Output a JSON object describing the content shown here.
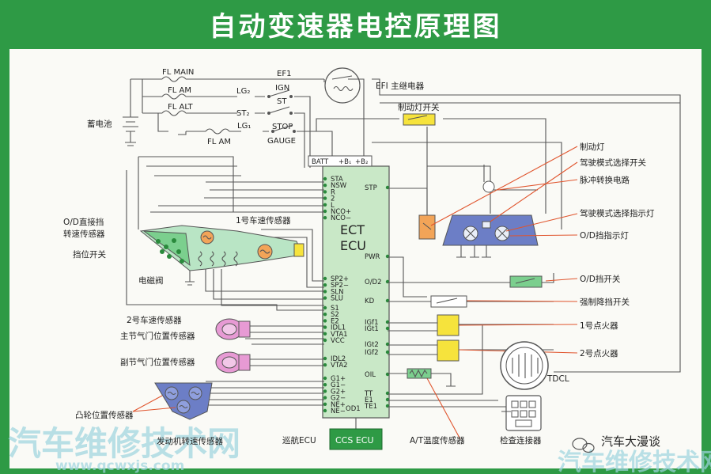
{
  "title": "自动变速器电控原理图",
  "ecu": {
    "name_line1": "ECT",
    "name_line2": "ECU",
    "top_pins": [
      "BATT",
      "+B₁",
      "+B₂"
    ],
    "left_pins_a": [
      "STA",
      "NSW",
      "R",
      "2",
      "L",
      "NCO+",
      "NCO−"
    ],
    "left_pins_b": [
      "SP2+",
      "SP2−",
      "SLN",
      "SLU"
    ],
    "left_pins_c": [
      "S1",
      "S2",
      "E2",
      "IDL1",
      "VTA1",
      "VCC"
    ],
    "left_pins_d": [
      "IDL2",
      "VTA2"
    ],
    "left_pins_e": [
      "G1+",
      "G1−",
      "G2+",
      "G2−",
      "NE+",
      "NE−"
    ],
    "bottom_pin": "OD1",
    "right_pins": [
      "STP",
      "PWR",
      "O/D2",
      "KD",
      "IGf1",
      "IGt1",
      "IGt2",
      "IGf2",
      "OIL",
      "TT",
      "E1",
      "TE1"
    ]
  },
  "fuses": [
    "FL MAIN",
    "FL AM",
    "FL ALT",
    "FL AM"
  ],
  "relay_labels": [
    "EF1",
    "IGN",
    "ST",
    "STOP",
    "GAUGE",
    "LG₂",
    "ST₂",
    "LG₁"
  ],
  "components": {
    "battery": "蓄电池",
    "efi_relay": "EFI 主继电器",
    "brake_switch": "制动灯开关",
    "brake_light": "制动灯",
    "mode_switch": "驾驶模式选择开关",
    "pulse_circuit": "脉冲转换电路",
    "mode_indicator": "驾驶模式选择指示灯",
    "od_indicator": "O/D挡指示灯",
    "od_switch": "O/D挡开关",
    "kickdown_switch": "强制降挡开关",
    "igniter1": "1号点火器",
    "igniter2": "2号点火器",
    "tdcl": "TDCL",
    "check_connector": "检查连接器",
    "at_temp_sensor": "A/T温度传感器",
    "cruise_ecu": "巡航ECU",
    "ccs_ecu": "CCS ECU",
    "engine_speed_sensor": "发动机转速传感器",
    "cam_sensor": "凸轮位置传感器",
    "sub_throttle": "副节气门位置传感器",
    "main_throttle": "主节气门位置传感器",
    "vss2": "2号车速传感器",
    "solenoid": "电磁阀",
    "gear_switch": "挡位开关",
    "od_direct_sensor_line1": "O/D直接挡",
    "od_direct_sensor_line2": "转速传感器",
    "vss1": "1号车速传感器"
  },
  "watermarks": {
    "left_big": "汽车维修技术网",
    "left_url": "www.qcwxjs.com",
    "right_brand": "汽车大漫谈",
    "right_big": "汽车维修技术网"
  },
  "colors": {
    "background": "#2e9a45",
    "panel": "#fafaf6",
    "ecu_fill": "#c9e8c7",
    "transmission_fill": "#b9e5c5",
    "module_fill": "#6c7ec6",
    "sensor_fill": "#e79ad4",
    "yellow": "#f6e33c",
    "orange": "#f2a458",
    "leader": "#e0552e"
  }
}
